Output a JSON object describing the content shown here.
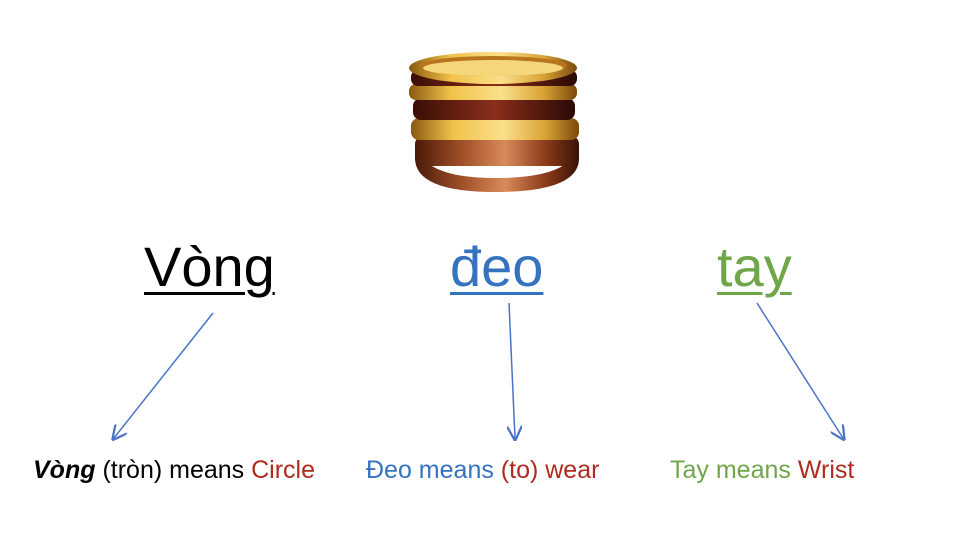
{
  "image": {
    "icon": "bangles-icon"
  },
  "words": [
    {
      "text": "Vòng",
      "color": "#000000"
    },
    {
      "text": "đeo",
      "color": "#3572c0"
    },
    {
      "text": "tay",
      "color": "#70a64a"
    }
  ],
  "meanings": {
    "m1": {
      "term": "Vòng",
      "paren": " (tròn) means ",
      "gloss": "Circle"
    },
    "m2": {
      "term": "Đeo means ",
      "paren": "(to)",
      "gloss": " wear"
    },
    "m3": {
      "term": "Tay means ",
      "gloss": "Wrist"
    }
  },
  "colors": {
    "accent_red": "#b02a1e",
    "arrow": "#4a73c8"
  }
}
